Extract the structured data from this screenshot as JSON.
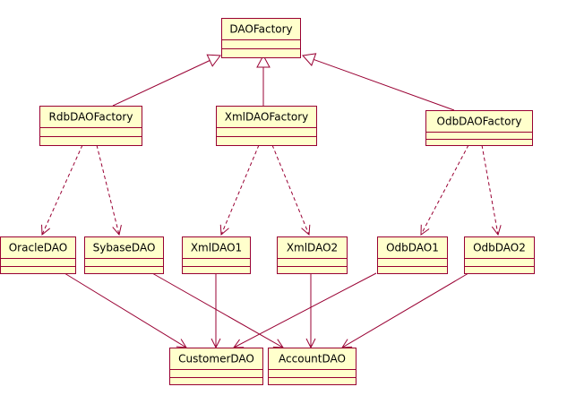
{
  "colors": {
    "box_fill": "#ffffcc",
    "line": "#990033",
    "text": "#000000",
    "background": "#ffffff"
  },
  "classes": {
    "dao_factory": "DAOFactory",
    "rdb_dao_factory": "RdbDAOFactory",
    "xml_dao_factory": "XmlDAOFactory",
    "odb_dao_factory": "OdbDAOFactory",
    "oracle_dao": "OracleDAO",
    "sybase_dao": "SybaseDAO",
    "xml_dao1": "XmlDAO1",
    "xml_dao2": "XmlDAO2",
    "odb_dao1": "OdbDAO1",
    "odb_dao2": "OdbDAO2",
    "customer_dao": "CustomerDAO",
    "account_dao": "AccountDAO"
  },
  "relations": {
    "generalization": [
      [
        "rdb_dao_factory",
        "dao_factory"
      ],
      [
        "xml_dao_factory",
        "dao_factory"
      ],
      [
        "odb_dao_factory",
        "dao_factory"
      ]
    ],
    "dependency": [
      [
        "rdb_dao_factory",
        "oracle_dao"
      ],
      [
        "rdb_dao_factory",
        "sybase_dao"
      ],
      [
        "xml_dao_factory",
        "xml_dao1"
      ],
      [
        "xml_dao_factory",
        "xml_dao2"
      ],
      [
        "odb_dao_factory",
        "odb_dao1"
      ],
      [
        "odb_dao_factory",
        "odb_dao2"
      ]
    ],
    "association": [
      [
        "oracle_dao",
        "customer_dao"
      ],
      [
        "sybase_dao",
        "account_dao"
      ],
      [
        "xml_dao1",
        "customer_dao"
      ],
      [
        "xml_dao2",
        "account_dao"
      ],
      [
        "odb_dao1",
        "customer_dao"
      ],
      [
        "odb_dao2",
        "account_dao"
      ]
    ]
  }
}
